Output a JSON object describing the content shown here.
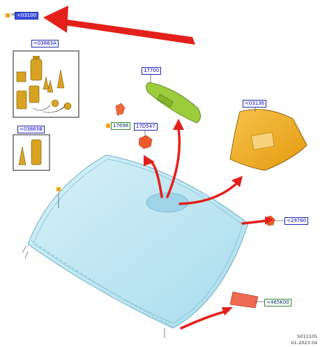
{
  "header": {
    "equals_sign": "=",
    "ref_label": "<03100"
  },
  "labels": {
    "kit_a": "<03863A",
    "kit_b": "<03863B",
    "mirror": "17700",
    "mirror_clip": "17698",
    "sensor": "17D547",
    "cover": "<03136",
    "clip": "<29760",
    "patch": "<465K00"
  },
  "footer": {
    "drawing_number": "5011105",
    "date_code": "01-2023 04"
  },
  "colors": {
    "accent": "#3d4fe0",
    "arrow": "#e3201b",
    "glass": "#bfe6f2",
    "mirror": "#9ccc3c",
    "cover": "#f2ab1a",
    "marker": "#f2a81d"
  }
}
